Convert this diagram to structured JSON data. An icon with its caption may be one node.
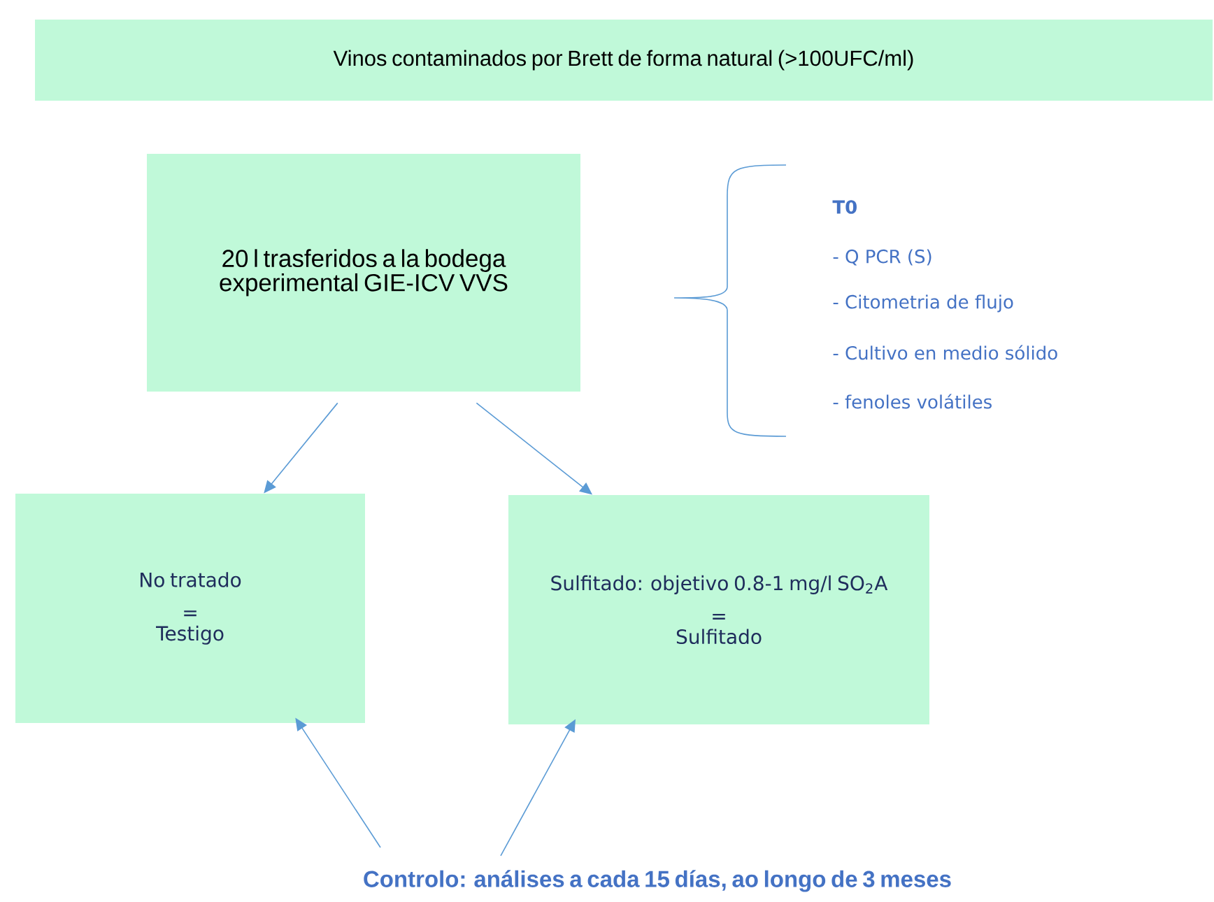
{
  "diagram": {
    "nodes": [
      {
        "text": [
          "Vinos contaminados por Brett de forma natural  (>100UFC/ml)"
        ]
      },
      {
        "text": [
          "20 l trasferidos a la bodega experimental GIE-ICV VVS"
        ]
      },
      {
        "text": [
          "No tratado",
          "=",
          "Testigo"
        ]
      },
      {
        "text": [
          "Sulfitado: objetivo 0.8-1 mg/l SO$_{2}$A",
          "=",
          "Sulfitado"
        ]
      },
      {
        "text": [
          "Controlo: análises a cada 15 días, ao longo de 3 meses"
        ]
      }
    ],
    "edges": [
      {
        "from": 1,
        "to": 2,
        "arrow": "to"
      },
      {
        "from": 1,
        "to": 3,
        "arrow": "to"
      },
      {
        "from": 4,
        "to": 2,
        "arrow": "to"
      },
      {
        "from": 4,
        "to": 3,
        "arrow": "to"
      }
    ],
    "labels": [
      "T0",
      "- Q PCR (S)",
      "- Citometria de flujo",
      "- Cultivo en medio sólido",
      "- fenoles volátiles"
    ]
  }
}
